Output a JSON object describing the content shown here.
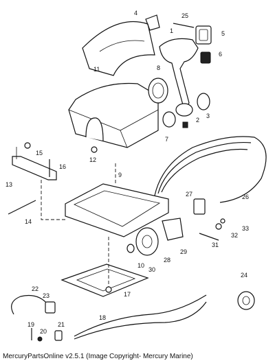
{
  "caption": "MercuryPartsOnline v2.5.1 (Image Copyright- Mercury Marine)",
  "callouts": [
    "1",
    "2",
    "3",
    "4",
    "5",
    "6",
    "7",
    "8",
    "9",
    "10",
    "11",
    "12",
    "13",
    "14",
    "15",
    "16",
    "17",
    "18",
    "19",
    "20",
    "21",
    "22",
    "23",
    "24",
    "25",
    "26",
    "27",
    "28",
    "29",
    "30",
    "31",
    "32",
    "33"
  ]
}
